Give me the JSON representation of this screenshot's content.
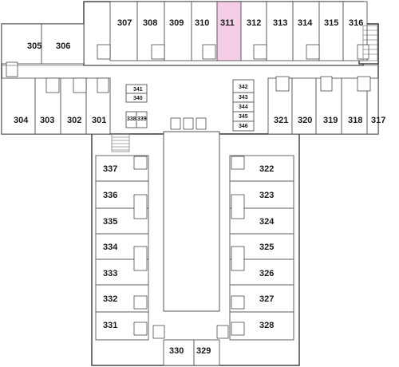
{
  "floor_plan": {
    "highlight_color": "#f6cde6",
    "highlighted_room": "311",
    "top_wing_rooms": [
      "307",
      "308",
      "309",
      "310",
      "311",
      "312",
      "313",
      "314",
      "315",
      "316"
    ],
    "west_rooms": [
      "305",
      "306"
    ],
    "lower_west_rooms": [
      "304",
      "303",
      "302",
      "301"
    ],
    "lower_east_rooms": [
      "321",
      "320",
      "319",
      "318",
      "317"
    ],
    "center_small_rooms": [
      "341",
      "340",
      "338",
      "339"
    ],
    "east_small_rooms": [
      "342",
      "343",
      "344",
      "345",
      "346"
    ],
    "south_west_rooms": [
      "337",
      "336",
      "335",
      "334",
      "333",
      "332",
      "331"
    ],
    "south_east_rooms": [
      "322",
      "323",
      "324",
      "325",
      "326",
      "327",
      "328"
    ],
    "south_bottom_rooms": [
      "330",
      "329"
    ]
  }
}
